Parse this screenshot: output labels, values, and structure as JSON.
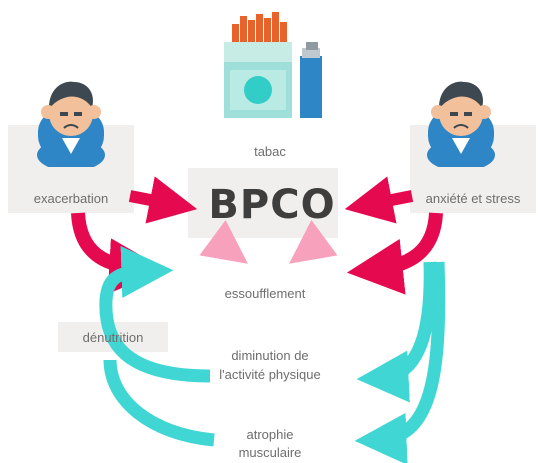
{
  "title": "BPCO",
  "labels": {
    "tabac": "tabac",
    "exacerbation": "exacerbation",
    "anxiete": "anxiété et stress",
    "essoufflement": "essoufflement",
    "denutrition": "dénutrition",
    "diminution_line1": "diminution de",
    "diminution_line2": "l'activité physique",
    "atrophie_line1": "atrophie",
    "atrophie_line2": "musculaire"
  },
  "colors": {
    "red_arrow": "#e5094f",
    "pink_arrow": "#f7a1bd",
    "teal_arrow": "#3fd6d4",
    "patient_shirt": "#2f86c7",
    "label_box": "#f0efed",
    "text": "#6e6e6e",
    "title": "#3e3e3e"
  },
  "icons": [
    "cigarette-pack-icon",
    "lighter-icon",
    "worried-patient-icon"
  ]
}
